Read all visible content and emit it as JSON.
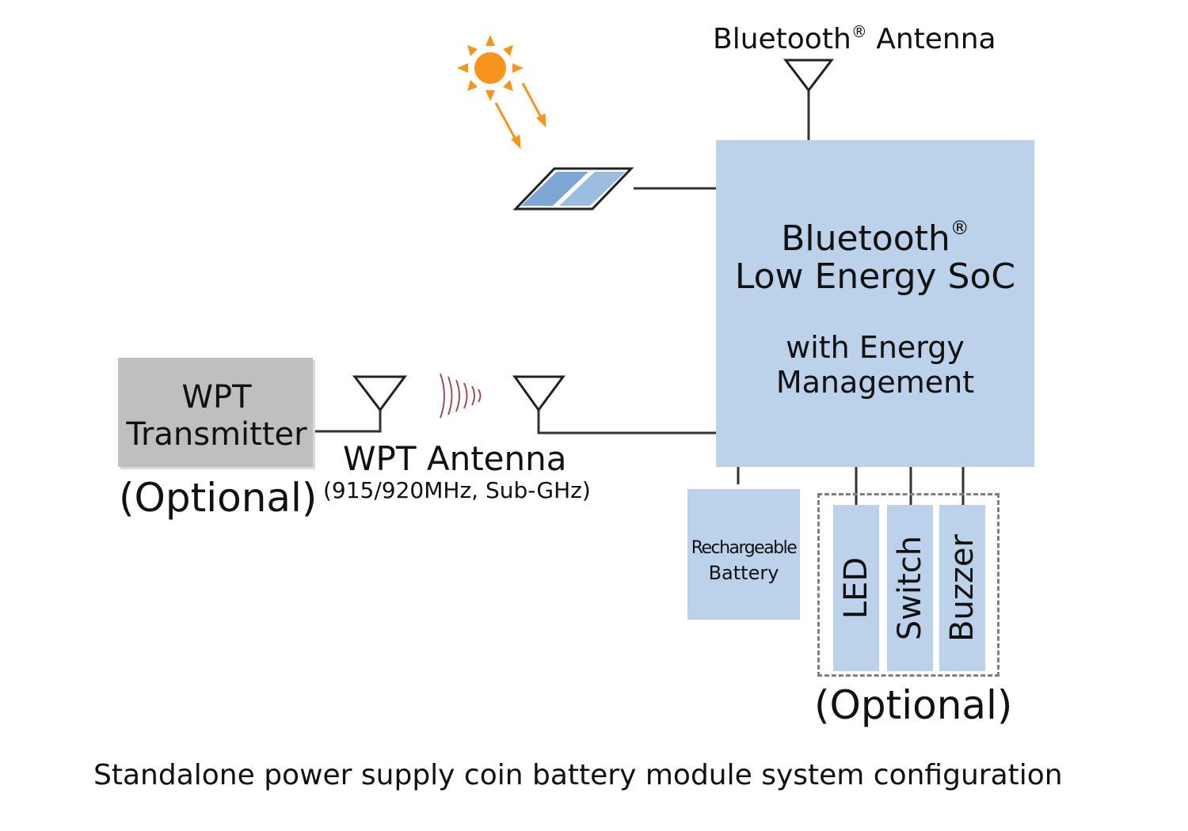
{
  "caption": "Standalone power supply coin battery module system configuration",
  "bt_antenna": {
    "label": "Bluetooth",
    "reg": "®",
    "label_suffix": " Antenna"
  },
  "soc": {
    "line1": "Bluetooth",
    "reg": "®",
    "line2": "Low Energy SoC",
    "line3": "with Energy",
    "line4": "Management"
  },
  "wpt_transmitter": {
    "line1": "WPT",
    "line2": "Transmitter",
    "optional": "(Optional)"
  },
  "wpt_antenna": {
    "label": "WPT Antenna",
    "freq": "(915/920MHz, Sub-GHz)"
  },
  "battery": {
    "line1": "Rechargeable",
    "line2": "Battery"
  },
  "peripherals": {
    "led": "LED",
    "switch": "Switch",
    "buzzer": "Buzzer",
    "optional": "(Optional)"
  },
  "icons": {
    "sun": "sun-icon",
    "solar_panel": "solar-panel-icon",
    "wave": "wireless-wave-icon",
    "antenna": "antenna-icon"
  },
  "colors": {
    "box_fill": "#bcd1ea",
    "transmitter_fill": "#bfbfbf",
    "line": "#333333",
    "sun": "#f7941d",
    "solar": "#7fa7d3",
    "wave": "#a05050"
  }
}
